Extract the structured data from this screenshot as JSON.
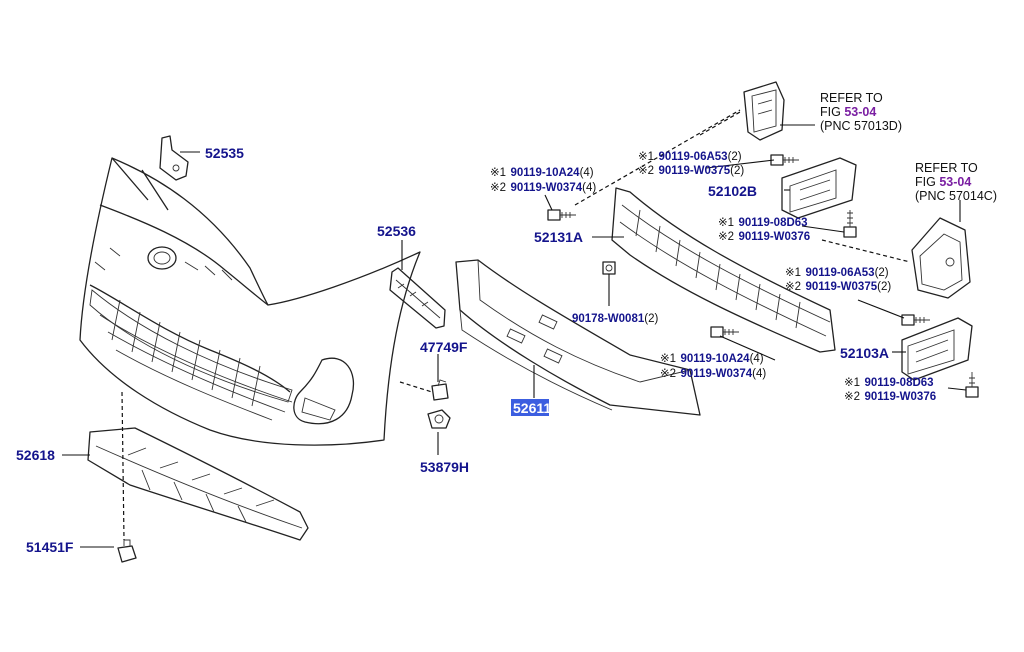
{
  "parts": {
    "p52535": "52535",
    "p52536": "52536",
    "p47749F": "47749F",
    "p53879H": "53879H",
    "p52611": "52611",
    "p52618": "52618",
    "p51451F": "51451F",
    "p52131A": "52131A",
    "p52102B": "52102B",
    "p52103A": "52103A",
    "p90178": "90178-W0081"
  },
  "notes": {
    "mark1": "※1",
    "mark2": "※2",
    "qty2": "(2)",
    "qty4": "(4)"
  },
  "bolts": {
    "a1": "90119-10A24",
    "a2": "90119-W0374",
    "b1": "90119-06A53",
    "b2": "90119-W0375",
    "c1": "90119-08D63",
    "c2": "90119-W0376",
    "d1": "90119-06A53",
    "d2": "90119-W0375",
    "e1": "90119-10A24",
    "e2": "90119-W0374",
    "f1": "90119-08D63",
    "f2": "90119-W0376"
  },
  "refer_left": {
    "line1": "REFER TO",
    "fig_prefix": "FIG ",
    "fig": "53-04",
    "pnc": "(PNC 57013D)"
  },
  "refer_right": {
    "line1": "REFER TO",
    "fig_prefix": "FIG ",
    "fig": "53-04",
    "pnc": "(PNC 57014C)"
  },
  "colors": {
    "part_number": "#14148c",
    "fig_link": "#7a1fa2",
    "highlight": "#3c5ee0"
  }
}
